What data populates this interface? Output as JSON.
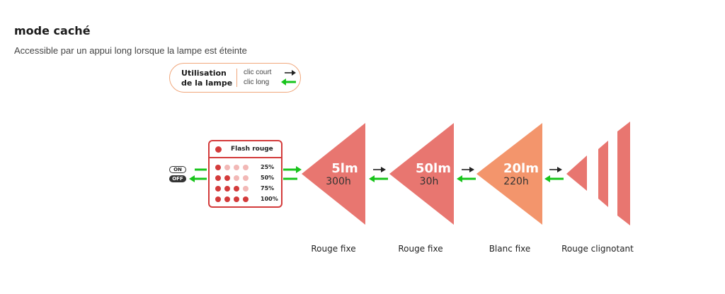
{
  "header": {
    "title": "mode caché",
    "subtitle": "Accessible par un appui long lorsque la lampe est éteinte"
  },
  "legend": {
    "usage_line1": "Utilisation",
    "usage_line2": "de la lampe",
    "short_click": "clic court",
    "long_click": "clic long"
  },
  "power": {
    "on": "ON",
    "off": "OFF"
  },
  "flash": {
    "title": "Flash rouge",
    "levels": [
      {
        "label": "25%",
        "filled": 1
      },
      {
        "label": "50%",
        "filled": 2
      },
      {
        "label": "75%",
        "filled": 3
      },
      {
        "label": "100%",
        "filled": 4
      }
    ]
  },
  "modes": [
    {
      "lumens": "5lm",
      "hours": "300h",
      "name": "Rouge fixe",
      "color": "#e87670"
    },
    {
      "lumens": "50lm",
      "hours": "30h",
      "name": "Rouge fixe",
      "color": "#e87670"
    },
    {
      "lumens": "20lm",
      "hours": "220h",
      "name": "Blanc fixe",
      "color": "#f3956c"
    },
    {
      "lumens": "",
      "hours": "",
      "name": "Rouge clignotant",
      "color": "#e87670"
    }
  ],
  "colors": {
    "red": "#d33b3b",
    "salmon": "#e87670",
    "orange": "#f3956c",
    "pale_red": "#f2b8b6",
    "green": "#18c41b",
    "legend_border": "#f0a77c"
  }
}
